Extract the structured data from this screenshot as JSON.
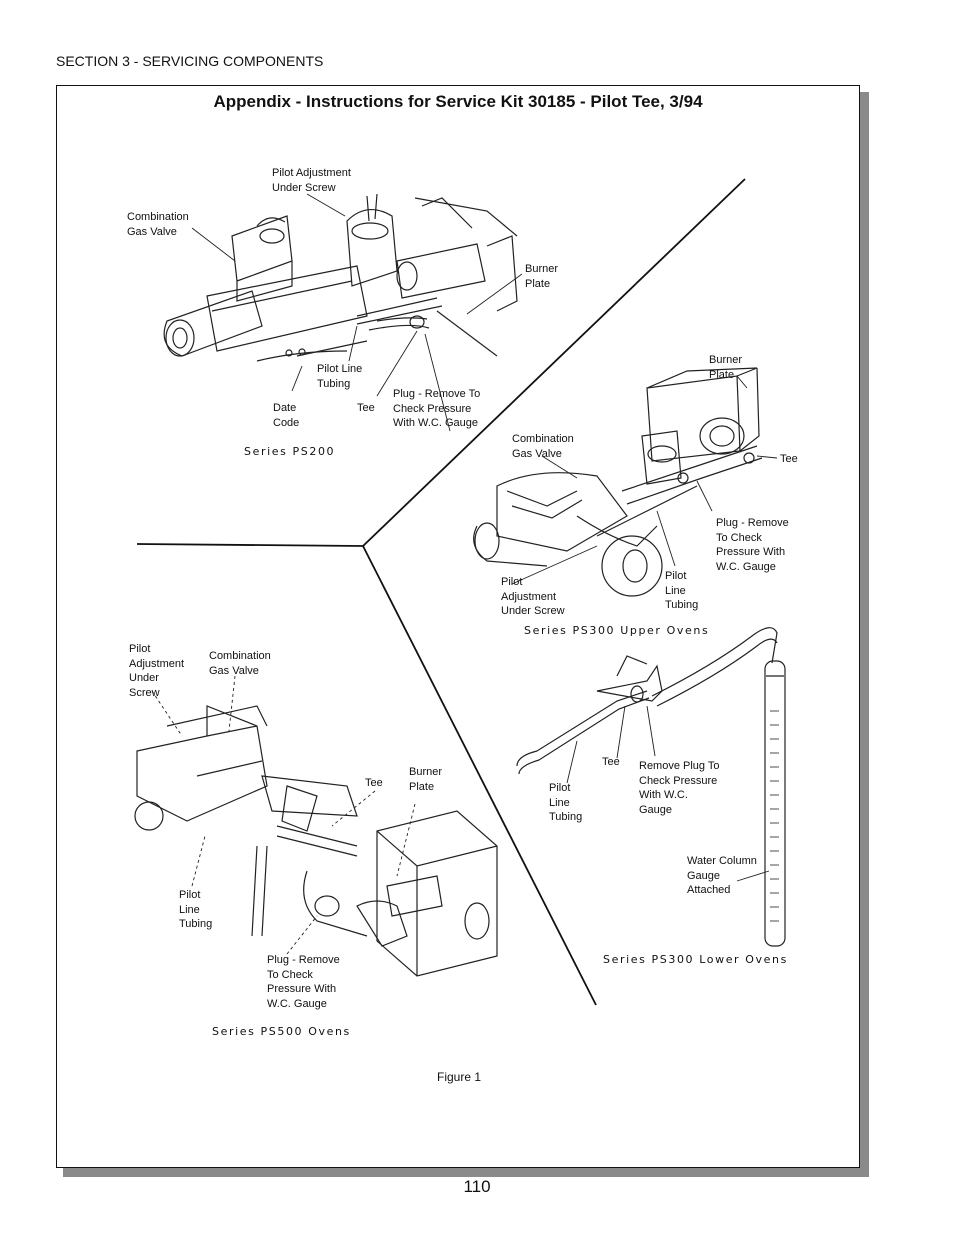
{
  "header": {
    "section": "SECTION 3 - SERVICING COMPONENTS"
  },
  "title": "Appendix - Instructions for Service Kit 30185 - Pilot Tee, 3/94",
  "ps200": {
    "pilot_adjust": "Pilot Adjustment\nUnder Screw",
    "combo_valve": "Combination\nGas Valve",
    "burner_plate": "Burner\nPlate",
    "pilot_line": "Pilot Line\nTubing",
    "date_code": "Date\nCode",
    "tee": "Tee",
    "plug": "Plug - Remove To\nCheck Pressure\nWith W.C. Gauge",
    "series": "Series PS200"
  },
  "ps300u": {
    "burner_plate": "Burner\nPlate",
    "combo_valve": "Combination\nGas Valve",
    "tee": "Tee",
    "plug": "Plug - Remove\nTo Check\nPressure With\nW.C. Gauge",
    "pilot_adjust": "Pilot\nAdjustment\nUnder Screw",
    "pilot_line": "Pilot\nLine\nTubing",
    "series": "Series PS300 Upper Ovens"
  },
  "ps500": {
    "pilot_adjust": "Pilot\nAdjustment\nUnder\nScrew",
    "combo_valve": "Combination\nGas Valve",
    "tee": "Tee",
    "burner_plate": "Burner\nPlate",
    "pilot_line": "Pilot\nLine\nTubing",
    "plug": "Plug - Remove\nTo Check\nPressure With\nW.C. Gauge",
    "series": "Series PS500 Ovens"
  },
  "ps300l": {
    "pilot_line": "Pilot\nLine\nTubing",
    "tee": "Tee",
    "plug": "Remove Plug To\nCheck Pressure\nWith W.C.\nGauge",
    "gauge": "Water Column\nGauge\nAttached",
    "series": "Series PS300 Lower Ovens"
  },
  "figure_caption": "Figure 1",
  "page_number": "110"
}
